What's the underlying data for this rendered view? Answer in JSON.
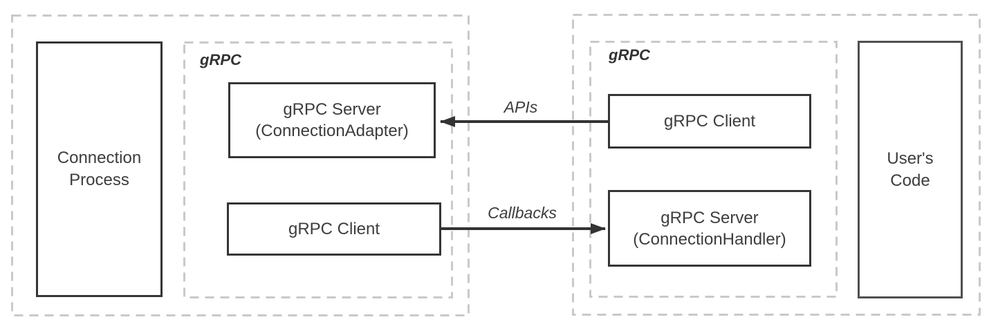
{
  "colors": {
    "background": "#ffffff",
    "solid_box_border": "#353535",
    "users_code_border": "#4f4f4f",
    "dashed_border": "#c9c9c9",
    "text": "#3d3d3d",
    "arrow": "#333333"
  },
  "left_container": {
    "process_box": {
      "label": "Connection\nProcess"
    },
    "grpc_group": {
      "title": "gRPC",
      "server_box": {
        "label": "gRPC Server\n(ConnectionAdapter)"
      },
      "client_box": {
        "label": "gRPC Client"
      }
    }
  },
  "right_container": {
    "grpc_group": {
      "title": "gRPC",
      "client_box": {
        "label": "gRPC Client"
      },
      "server_box": {
        "label": "gRPC Server\n(ConnectionHandler)"
      }
    },
    "users_code_box": {
      "label": "User's\nCode"
    }
  },
  "arrows": {
    "apis": {
      "label": "APIs",
      "direction": "left"
    },
    "callbacks": {
      "label": "Callbacks",
      "direction": "right"
    }
  }
}
